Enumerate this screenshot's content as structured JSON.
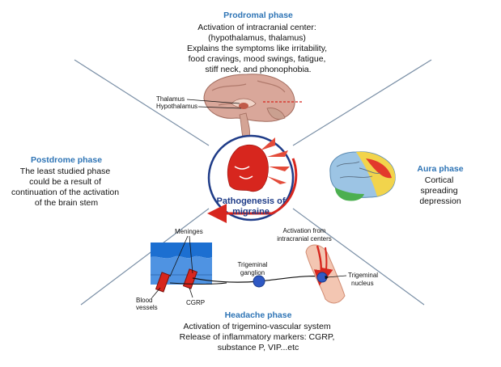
{
  "center": {
    "line1": "Pathogenesis of",
    "line2": "migraine"
  },
  "prodromal": {
    "title": "Prodromal phase",
    "lines": [
      "Activation of intracranial center:",
      "(hypothalamus, thalamus)",
      "Explains the symptoms like irritability,",
      "food cravings, mood swings, fatigue,",
      "stiff neck, and phonophobia."
    ],
    "label_thalamus": "Thalamus",
    "label_hypothalamus": "Hypothalamus"
  },
  "aura": {
    "title": "Aura phase",
    "lines": [
      "Cortical",
      "spreading",
      "depression"
    ]
  },
  "postdrome": {
    "title": "Postdrome phase",
    "lines": [
      "The least studied phase",
      "could be a result of",
      "continuation of the activation",
      "of the brain stem"
    ]
  },
  "headache": {
    "title": "Headache phase",
    "lines": [
      "Activation of trigemino-vascular system",
      "Release of inflammatory markers: CGRP,",
      "substance P, VIP...etc"
    ],
    "label_meninges": "Meninges",
    "label_activation_1": "Activation from",
    "label_activation_2": "intracranial centers",
    "label_trigeminal_ganglion_1": "Trigeminal",
    "label_trigeminal_ganglion_2": "ganglion",
    "label_trigeminal_nucleus_1": "Trigeminal",
    "label_trigeminal_nucleus_2": "nucleus",
    "label_blood_1": "Blood",
    "label_blood_2": "vessels",
    "label_cgrp": "CGRP"
  },
  "colors": {
    "title_blue": "#2e74b5",
    "center_blue": "#1f3c88",
    "arrow_red": "#d7261e",
    "divider": "#7a8fa6"
  }
}
